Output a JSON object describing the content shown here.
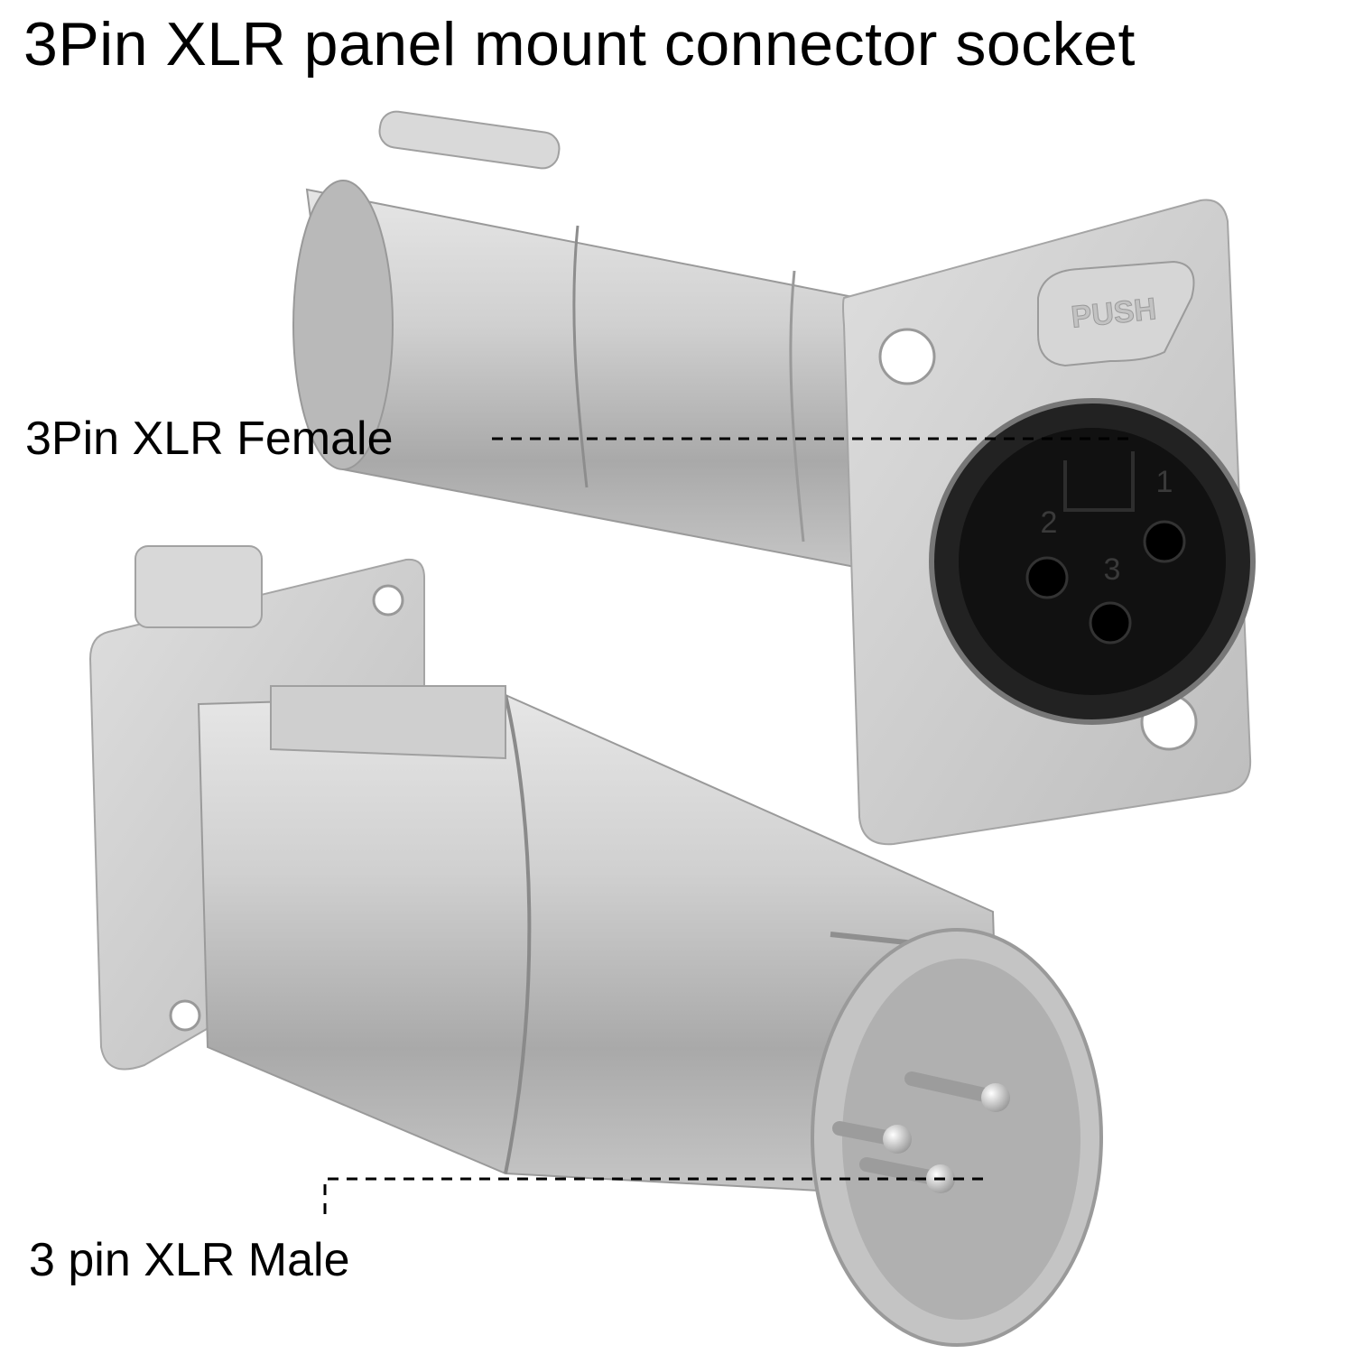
{
  "title": "3Pin XLR panel mount connector socket",
  "labels": {
    "female": "3Pin XLR Female",
    "male": "3 pin XLR Male"
  },
  "female_connector": {
    "latch_text": "PUSH",
    "pin_numbers": [
      "1",
      "2",
      "3"
    ]
  },
  "colors": {
    "metal": "#c9c9c9",
    "metal_dark": "#8f8f8f",
    "insert": "#161616",
    "text": "#000000",
    "background": "#ffffff"
  }
}
